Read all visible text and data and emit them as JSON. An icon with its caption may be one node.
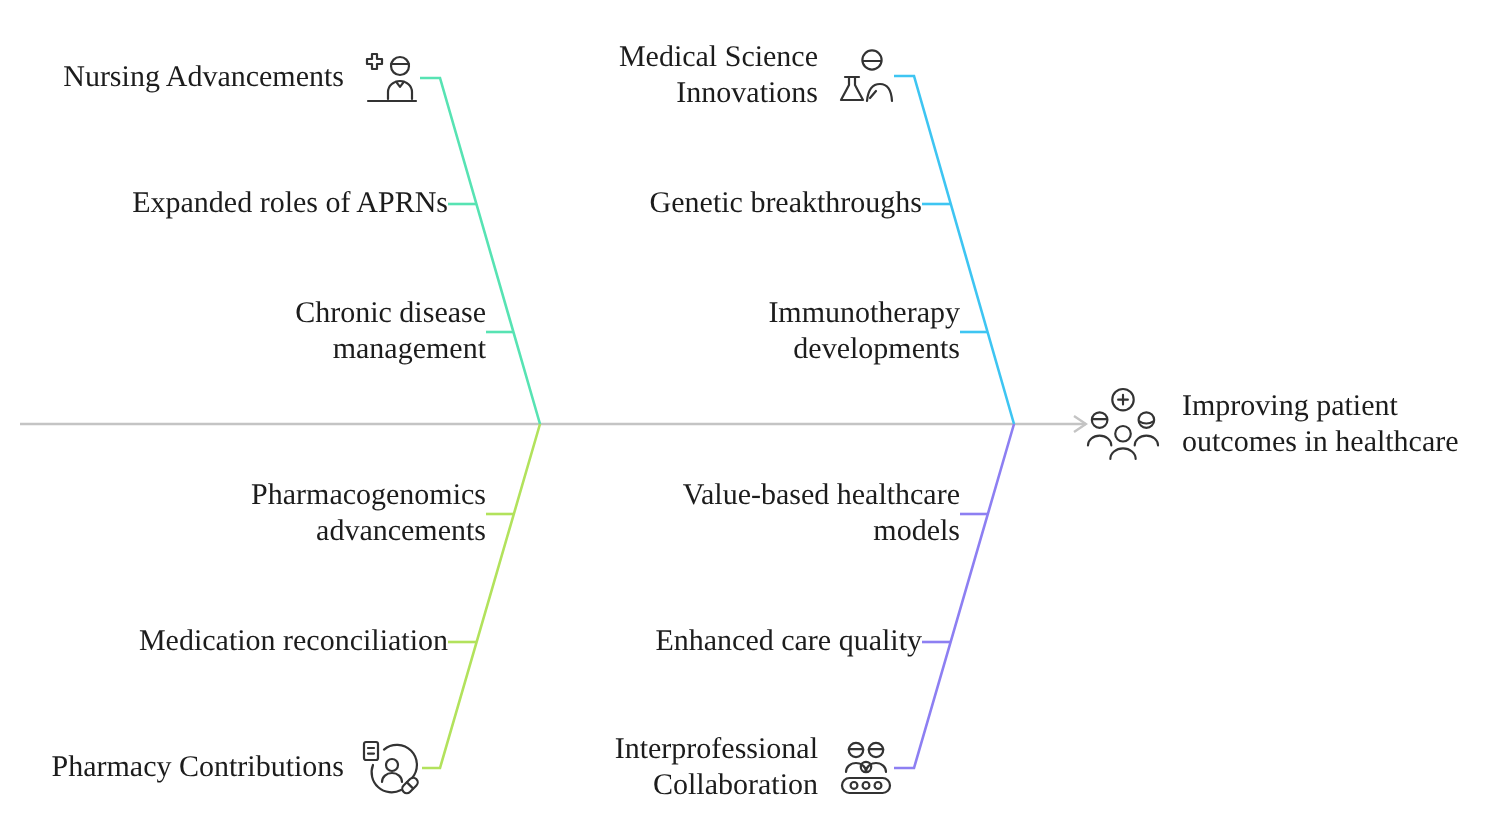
{
  "diagram": {
    "nodes": [
      {
        "text": [
          "Nursing Advancements"
        ]
      },
      {
        "text": [
          "Expanded roles of APRNs"
        ]
      },
      {
        "text": [
          "Chronic disease management"
        ]
      },
      {
        "text": [
          "Medical Science Innovations"
        ]
      },
      {
        "text": [
          "Genetic breakthroughs"
        ]
      },
      {
        "text": [
          "Immunotherapy developments"
        ]
      },
      {
        "text": [
          "Pharmacogenomics advancements"
        ]
      },
      {
        "text": [
          "Medication reconciliation"
        ]
      },
      {
        "text": [
          "Pharmacy Contributions"
        ]
      },
      {
        "text": [
          "Value-based healthcare models"
        ]
      },
      {
        "text": [
          "Enhanced care quality"
        ]
      },
      {
        "text": [
          "Interprofessional Collaboration"
        ]
      },
      {
        "text": [
          "Improving patient outcomes in healthcare"
        ]
      }
    ],
    "edges": [
      {
        "from": null,
        "to": 12,
        "arrow": "to",
        "color": "#c4c4c4"
      },
      {
        "from": 0,
        "to": null,
        "arrow": "none",
        "color": "#57e3b3"
      },
      {
        "from": 1,
        "to": null,
        "arrow": "none",
        "color": "#57e3b3"
      },
      {
        "from": 2,
        "to": null,
        "arrow": "none",
        "color": "#57e3b3"
      },
      {
        "from": 3,
        "to": null,
        "arrow": "none",
        "color": "#3ec5f2"
      },
      {
        "from": 4,
        "to": null,
        "arrow": "none",
        "color": "#3ec5f2"
      },
      {
        "from": 5,
        "to": null,
        "arrow": "none",
        "color": "#3ec5f2"
      },
      {
        "from": 8,
        "to": null,
        "arrow": "none",
        "color": "#b2e25c"
      },
      {
        "from": 6,
        "to": null,
        "arrow": "none",
        "color": "#b2e25c"
      },
      {
        "from": 7,
        "to": null,
        "arrow": "none",
        "color": "#b2e25c"
      },
      {
        "from": 11,
        "to": null,
        "arrow": "none",
        "color": "#8d7ff2"
      },
      {
        "from": 9,
        "to": null,
        "arrow": "none",
        "color": "#8d7ff2"
      },
      {
        "from": 10,
        "to": null,
        "arrow": "none",
        "color": "#8d7ff2"
      }
    ]
  }
}
